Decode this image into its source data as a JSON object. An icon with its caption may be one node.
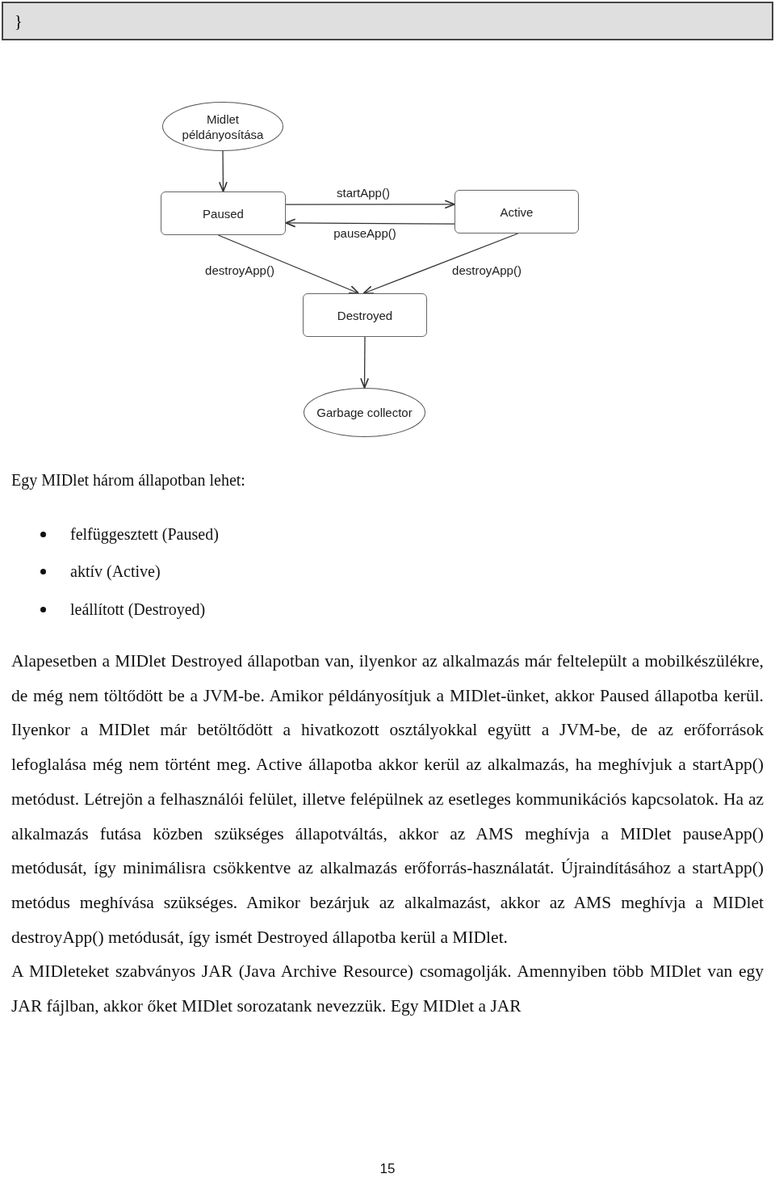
{
  "diagram": {
    "nodes": [
      {
        "text": [
          "}"
        ]
      },
      {
        "text": [
          "Midlet példányosítása"
        ]
      },
      {
        "text": [
          "Paused"
        ]
      },
      {
        "text": [
          "Active"
        ]
      },
      {
        "text": [
          "Destroyed"
        ]
      },
      {
        "text": [
          "Garbage collector"
        ]
      }
    ],
    "edges": [
      {
        "from": 1,
        "to": 2,
        "arrow": "to"
      },
      {
        "from": 2,
        "to": 3,
        "arrow": "to",
        "label": "startApp()"
      },
      {
        "from": 3,
        "to": 2,
        "arrow": "to",
        "label": "pauseApp()"
      },
      {
        "from": 2,
        "to": 4,
        "arrow": "to",
        "label": "destroyApp()"
      },
      {
        "from": 3,
        "to": 4,
        "arrow": "to",
        "label": "destroyApp()"
      },
      {
        "from": 4,
        "to": 5,
        "arrow": "to"
      }
    ],
    "labels": [
      "Egy MIDlet három állapotban lehet:",
      "felfüggesztett (Paused)",
      "aktív (Active)",
      "leállított (Destroyed)",
      "Alapesetben a MIDlet Destroyed állapotban van, ilyenkor az alkalmazás már feltelepült a mobilkészülékre, de még nem töltődött be a JVM-be. Amikor példányosítjuk a MIDlet-ünket, akkor Paused állapotba kerül. Ilyenkor a MIDlet már betöltődött a hivatkozott osztályokkal együtt a JVM-be, de az erőforrások lefoglalása még nem történt meg. Active állapotba akkor kerül az alkalmazás, ha meghívjuk a startApp() metódust. Létrejön a felhasználói felület, illetve felépülnek az esetleges kommunikációs kapcsolatok. Ha az alkalmazás futása közben szükséges állapotváltás, akkor az AMS meghívja a MIDlet pauseApp() metódusát, így minimálisra csökkentve az alkalmazás erőforrás-használatát. Újraindításához a startApp() metódus meghívása szükséges. Amikor bezárjuk az alkalmazást, akkor az AMS meghívja a MIDlet destroyApp() metódusát, így ismét Destroyed állapotba kerül a MIDlet.",
      "A MIDleteket szabványos JAR (Java Archive Resource) csomagolják. Amennyiben több MIDlet van egy JAR fájlban, akkor őket MIDlet sorozatank nevezzük. Egy MIDlet a JAR",
      "15"
    ]
  }
}
